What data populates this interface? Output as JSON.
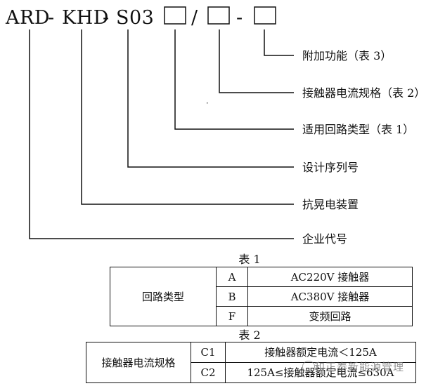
{
  "model_code": {
    "part1": "ARD",
    "sep1": "-",
    "part2": "KHD",
    "sep2": "-",
    "part3": "S03",
    "slash": "/",
    "sep3": "-"
  },
  "callouts": [
    "附加功能（表 3）",
    "接触器电流规格（表 2）",
    "适用回路类型（表 1）",
    "设计序列号",
    "抗晃电装置",
    "企业代号"
  ],
  "table1": {
    "caption": "表 1",
    "header": "回路类型",
    "rows": [
      {
        "code": "A",
        "desc": "AC220V 接触器"
      },
      {
        "code": "B",
        "desc": "AC380V 接触器"
      },
      {
        "code": "F",
        "desc": "变频回路"
      }
    ]
  },
  "table2": {
    "caption": "表 2",
    "header": "接触器电流规格",
    "rows": [
      {
        "code": "C1",
        "desc": "接触器额定电流＜125A"
      },
      {
        "code": "C2",
        "desc": "125A≤接触器额定电流≤630A"
      }
    ]
  },
  "watermark": {
    "text": "和正泰新能源管理",
    "icon": "wechat-icon"
  }
}
